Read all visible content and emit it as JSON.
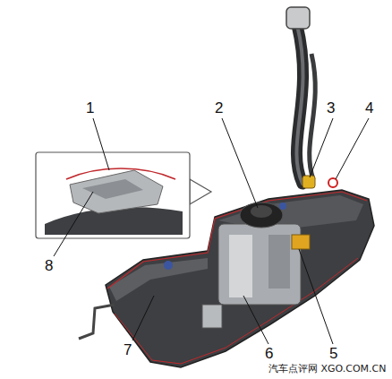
{
  "diagram": {
    "labels": [
      "1",
      "2",
      "3",
      "4",
      "5",
      "6",
      "7",
      "8",
      "汽车点评网 XGO.COM.CN"
    ]
  }
}
